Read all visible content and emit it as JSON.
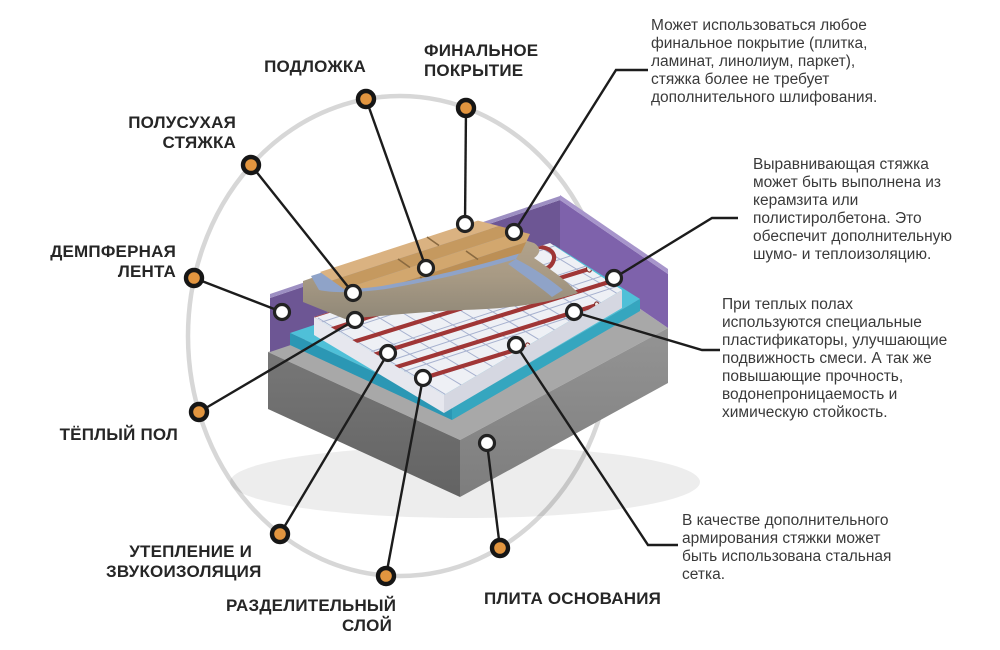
{
  "diagram_title": "",
  "colors": {
    "background": "#ffffff",
    "accent_dot_orange": "#e2953f",
    "dot_ring_black": "#161616",
    "circle_arc_gray": "#d7d7d7",
    "connector_line": "#1c1c1c",
    "label_text": "#262626",
    "note_text": "#3a3a3a",
    "purple_damper_wall": "#7e62ab",
    "cyan_insulation": "#4fc0d8",
    "white_screed": "#eef0f5",
    "grid_line_blue": "#9aa6c8",
    "heating_pipe_red": "#a03636",
    "wood_plank_tan": "#d2a76e",
    "underlay_blue": "#8fa3c8",
    "semidry_screed_tan": "#b0a088",
    "concrete_gray": "#8b8b8b"
  },
  "labels": [
    {
      "id": "podlozhka",
      "text": "ПОДЛОЖКА"
    },
    {
      "id": "finalnoe-pokrytie",
      "text": "ФИНАЛЬНОЕ\nПОКРЫТИЕ"
    },
    {
      "id": "polusukhaya-styazhka",
      "text": "ПОЛУСУХАЯ\nСТЯЖКА"
    },
    {
      "id": "dempfernaya-lenta",
      "text": "ДЕМПФЕРНАЯ\nЛЕНТА"
    },
    {
      "id": "teply-pol",
      "text": "ТЁПЛЫЙ ПОЛ"
    },
    {
      "id": "uteplenie-zvukoizolyatsiya",
      "text": "УТЕПЛЕНИЕ И\nЗВУКОИЗОЛЯЦИЯ"
    },
    {
      "id": "razdelitelny-sloy",
      "text": "РАЗДЕЛИТЕЛЬНЫЙ\nСЛОЙ"
    },
    {
      "id": "plita-osnovaniya",
      "text": "ПЛИТА ОСНОВАНИЯ"
    }
  ],
  "notes": [
    {
      "id": "final-coating-note",
      "text": "Может использоваться любое\nфинальное покрытие (плитка,\nламинат, линолиум, паркет),\nстяжка более не требует\nдополнительного шлифования."
    },
    {
      "id": "leveling-screed-note",
      "text": "Выравнивающая стяжка\nможет быть выполнена из\nкерамзита или\nполистиролбетона. Это\nобеспечит дополнительную\nшумо- и теплоизоляцию."
    },
    {
      "id": "plasticizers-note",
      "text": "При теплых полах\nиспользуются специальные\nпластификаторы, улучшающие\nподвижность смеси. А так же\nповышающие прочность,\nводонепроницаемость и\nхимическую стойкость."
    },
    {
      "id": "steel-mesh-note",
      "text": "В качестве дополнительного\nармирования стяжки может\nбыть использована стальная\nсетка."
    }
  ]
}
